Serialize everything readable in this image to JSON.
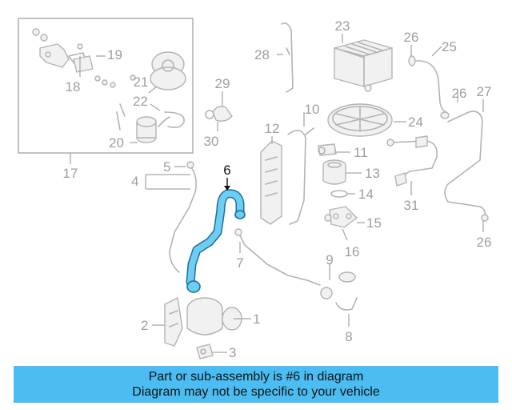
{
  "diagram": {
    "highlight_color": "#6ecdf3",
    "banner_color": "#4bbdf2",
    "highlighted_part": "6",
    "callouts": [
      {
        "id": "c1",
        "label": "1"
      },
      {
        "id": "c2",
        "label": "2"
      },
      {
        "id": "c3",
        "label": "3"
      },
      {
        "id": "c4",
        "label": "4"
      },
      {
        "id": "c5",
        "label": "5"
      },
      {
        "id": "c6",
        "label": "6"
      },
      {
        "id": "c7",
        "label": "7"
      },
      {
        "id": "c8",
        "label": "8"
      },
      {
        "id": "c9",
        "label": "9"
      },
      {
        "id": "c10",
        "label": "10"
      },
      {
        "id": "c11",
        "label": "11"
      },
      {
        "id": "c12",
        "label": "12"
      },
      {
        "id": "c13",
        "label": "13"
      },
      {
        "id": "c14",
        "label": "14"
      },
      {
        "id": "c15",
        "label": "15"
      },
      {
        "id": "c16",
        "label": "16"
      },
      {
        "id": "c17",
        "label": "17"
      },
      {
        "id": "c18",
        "label": "18"
      },
      {
        "id": "c19",
        "label": "19"
      },
      {
        "id": "c20",
        "label": "20"
      },
      {
        "id": "c21",
        "label": "21"
      },
      {
        "id": "c22",
        "label": "22"
      },
      {
        "id": "c23",
        "label": "23"
      },
      {
        "id": "c24",
        "label": "24"
      },
      {
        "id": "c25",
        "label": "25"
      },
      {
        "id": "c26a",
        "label": "26"
      },
      {
        "id": "c26b",
        "label": "26"
      },
      {
        "id": "c26c",
        "label": "26"
      },
      {
        "id": "c27",
        "label": "27"
      },
      {
        "id": "c28",
        "label": "28"
      },
      {
        "id": "c29",
        "label": "29"
      },
      {
        "id": "c30",
        "label": "30"
      },
      {
        "id": "c31",
        "label": "31"
      }
    ]
  },
  "banner": {
    "line1": "Part or sub-assembly is #6 in diagram",
    "line2": "Diagram may not be specific to your vehicle"
  }
}
